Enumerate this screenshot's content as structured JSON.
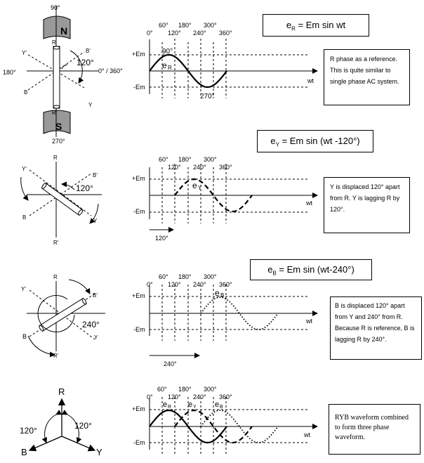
{
  "section1": {
    "equation": {
      "base": "e",
      "sub": "R",
      "rest": " = Em sin wt"
    },
    "note": "R phase as a reference. This is quite similar to single phase AC system.",
    "phasor": {
      "north_angle": "90°",
      "south_angle": "270°",
      "west_angle": "180°",
      "east_angle": "0° / 360°",
      "rotation": "120°",
      "pole_n": "N",
      "pole_s": "S",
      "r": "R",
      "r_prime": "R'",
      "y": "Y",
      "y_prime": "Y'",
      "b": "B",
      "b_prime": "B'"
    },
    "wave": {
      "peak_label": "90°",
      "trough_label": "270°",
      "curve_label": "e",
      "curve_sub": "R"
    }
  },
  "section2": {
    "equation": {
      "base": "e",
      "sub": "Y",
      "rest": " = Em sin (wt -120°)"
    },
    "note": "Y is displaced 120° apart from R. Y is lagging R by 120°.",
    "phasor": {
      "rotation": "120°",
      "r": "R",
      "r_prime": "R'",
      "y": "Y",
      "y_prime": "Y'",
      "b": "B",
      "b_prime": "B'"
    },
    "wave": {
      "curve_label": "e",
      "curve_sub": "Y",
      "shift_label": "120°"
    }
  },
  "section3": {
    "equation": {
      "base": "e",
      "sub": "B",
      "rest": " = Em sin (wt-240°)"
    },
    "note": "B is displaced 120° apart from Y and 240° from R. Because R is reference, B is lagging R by 240°.",
    "phasor": {
      "rotation": "240°",
      "r": "R",
      "r_prime": "R'",
      "y": "Y",
      "y_prime": "Y'",
      "b": "B",
      "b_prime": "B'"
    },
    "wave": {
      "curve_label": "e",
      "curve_sub": "B",
      "shift_label": "240°"
    }
  },
  "section4": {
    "note": "RYB waveform combined to form three phase waveform.",
    "phasor": {
      "r": "R",
      "y": "Y",
      "b": "B",
      "angle_left": "120°",
      "angle_right": "120°"
    },
    "wave": {
      "label_r": "R",
      "label_y": "Y",
      "label_b": "B",
      "curve_base": "e"
    }
  },
  "axis": {
    "top_ticks": [
      "60°",
      "180°",
      "300°"
    ],
    "bottom_ticks": [
      "0°",
      "120°",
      "240°",
      "360°"
    ],
    "pos": "+Em",
    "neg": "-Em",
    "x": "wt"
  }
}
